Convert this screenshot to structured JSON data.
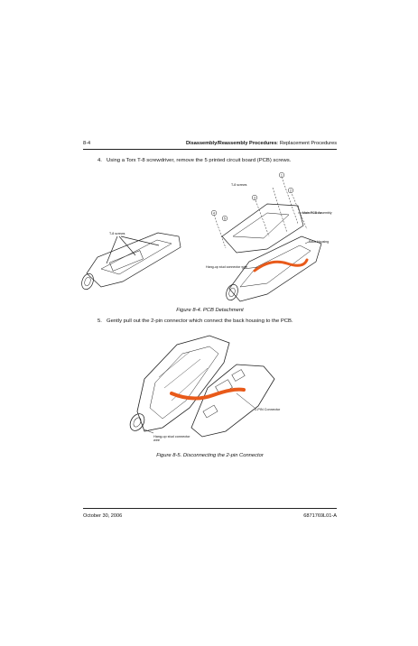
{
  "header": {
    "page_number": "8-4",
    "section_bold": "Disassembly/Reassembly Procedures",
    "section_rest": ": Replacement Procedures"
  },
  "steps": [
    {
      "number": "4.",
      "text": "Using a Torx T-8 screwdriver, remove the 5 printed circuit board (PCB) screws."
    },
    {
      "number": "5.",
      "text": "Gently pull out the 2-pin connector which connect the back housing to the PCB."
    }
  ],
  "figure_8_4": {
    "caption": "Figure 8-4.  PCB Detachment",
    "labels": {
      "screw_left": "T-8 screws",
      "screw_right": "T-8 screws",
      "main_pcb": "Main PCB Assembly",
      "back_housing": "Back Housing",
      "hang_up": "Hang-up stud connector wire"
    },
    "callouts": [
      "1",
      "2",
      "3",
      "4",
      "5"
    ]
  },
  "figure_8_5": {
    "caption": "Figure 8-5.  Disconnecting the 2-pin Connector",
    "labels": {
      "connector": "2-PIN Connector",
      "hang_up": "Hang-up stud connector wire"
    }
  },
  "footer": {
    "date": "October 30, 2006",
    "doc_number": "6871769L01-A"
  },
  "colors": {
    "wire_orange": "#e85a1a",
    "line": "#222222"
  }
}
